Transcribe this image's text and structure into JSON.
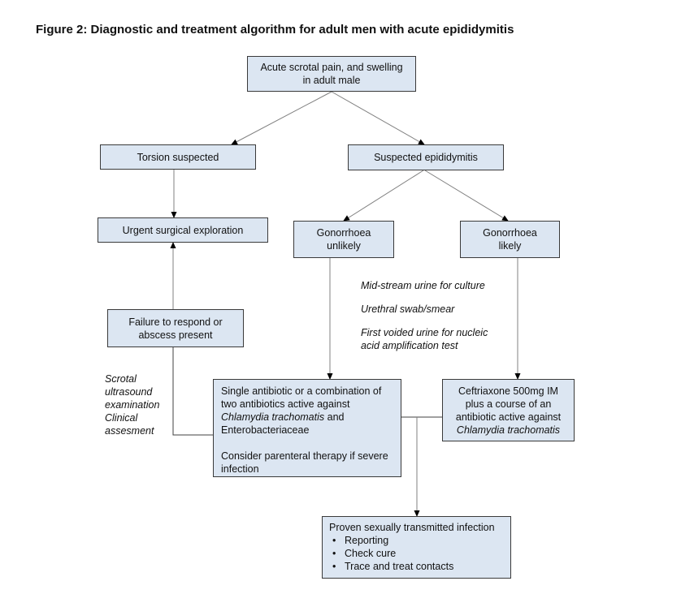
{
  "title": "Figure 2: Diagnostic and treatment algorithm for adult men with acute epididymitis",
  "nodes": {
    "root": [
      "Acute scrotal pain, and swelling",
      "in adult male"
    ],
    "torsion": "Torsion suspected",
    "suspected_epididymitis": "Suspected epididymitis",
    "urgent_surgery": "Urgent surgical exploration",
    "gonorrhoea_unlikely": [
      "Gonorrhoea",
      "unlikely"
    ],
    "gonorrhoea_likely": [
      "Gonorrhoea",
      "likely"
    ],
    "failure": [
      "Failure to respond or",
      "abscess present"
    ],
    "single_antibiotic": {
      "line1": "Single antibiotic or a combination of",
      "line2": "two antibiotics active against",
      "line3_italic": "Chlamydia trachomatis",
      "line3_rest": " and",
      "line4": "Enterobacteriaceae",
      "line5": "Consider parenteral therapy if severe",
      "line6": "infection"
    },
    "ceftriaxone": {
      "line1": "Ceftriaxone 500mg IM",
      "line2": "plus a course of an",
      "line3": "antibiotic active against",
      "line4_italic": "Chlamydia trachomatis"
    },
    "proven_sti": {
      "heading": "Proven sexually transmitted infection",
      "bullets": [
        "Reporting",
        "Check cure",
        "Trace and treat contacts"
      ]
    }
  },
  "notes": {
    "investigations": [
      "Mid-stream urine for culture",
      "Urethral swab/smear",
      "First voided urine for nucleic",
      "acid amplification test"
    ],
    "scrotal": [
      "Scrotal",
      "ultrasound",
      "examination",
      "Clinical",
      "assesment"
    ]
  }
}
